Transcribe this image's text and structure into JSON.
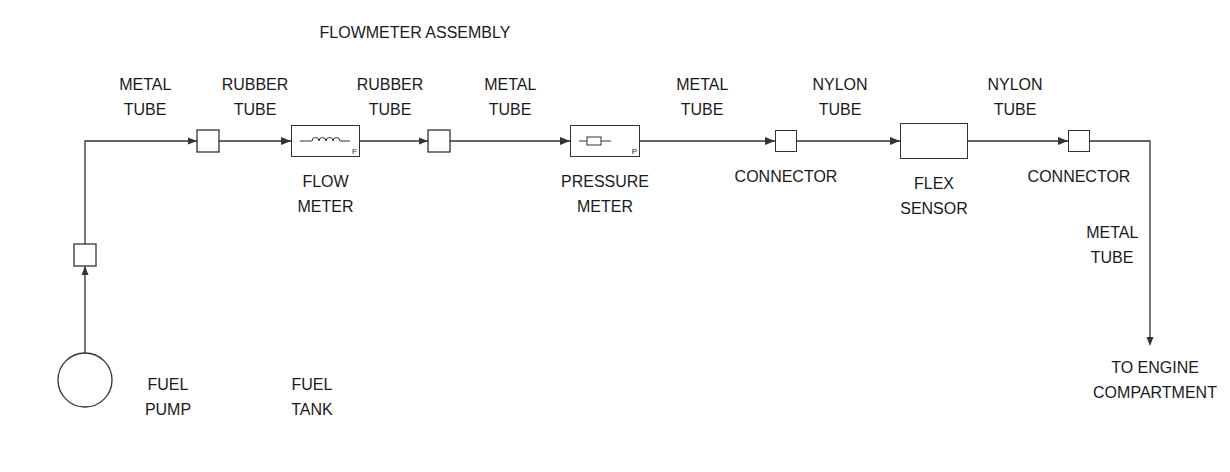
{
  "diagram": {
    "nodes": [
      {
        "text": [
          "FLOWMETER ASSEMBLY"
        ]
      },
      {
        "text": [
          "FLOW METER",
          "F"
        ],
        "in": 0
      },
      {
        "text": [
          "PRESSURE METER",
          "P"
        ],
        "in": 0
      },
      {
        "text": [
          "CONNECTOR"
        ]
      },
      {
        "text": [
          "FLEX SENSOR"
        ]
      },
      {
        "text": [
          "CONNECTOR"
        ]
      },
      {
        "text": [
          "FUEL TANK"
        ]
      },
      {
        "text": [
          "FUEL PUMP"
        ],
        "in": 6
      }
    ],
    "edges": [
      {
        "from": 7,
        "to": 1,
        "arrow": "to"
      },
      {
        "from": 1,
        "to": 2,
        "arrow": "to"
      },
      {
        "from": 2,
        "to": 3,
        "arrow": "to"
      },
      {
        "from": 3,
        "to": 4,
        "arrow": "to"
      },
      {
        "from": 4,
        "to": 5,
        "arrow": "to"
      }
    ],
    "labels": [
      "METAL TUBE",
      "RUBBER TUBE",
      "RUBBER TUBE",
      "METAL TUBE",
      "METAL TUBE",
      "NYLON TUBE",
      "NYLON TUBE",
      "METAL TUBE",
      "TO ENGINE COMPARTMENT"
    ]
  }
}
